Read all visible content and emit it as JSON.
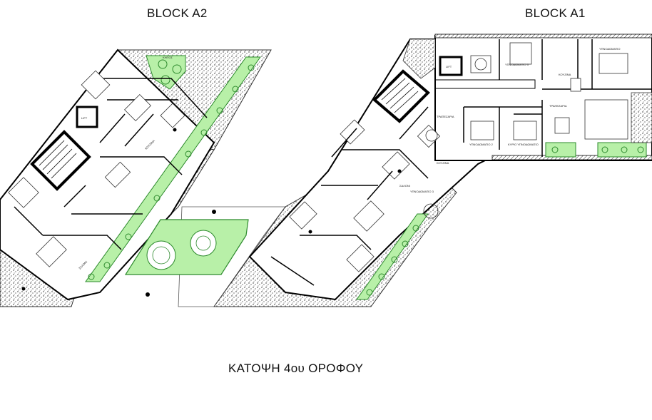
{
  "titles": {
    "block_a2": "BLOCK A2",
    "block_a1": "BLOCK A1",
    "plan_caption": "ΚΑΤΟΨΗ  4ου ΟΡΟΦΟΥ"
  },
  "room_labels": {
    "a1_lift": "LIFT",
    "a1_kitchen_top": "ΚΟΥΖΙΝΑ",
    "a1_dining": "ΤΡΑΠΕΖΑΡΙΑ",
    "a1_dining_left": "ΤΡΑΠΕΖΑΡΙΑ",
    "a1_bedroom_top_left": "ΥΠΝΟΔΩΜΑΤΙΟ 3",
    "a1_bedroom_top_right": "ΥΠΝΟΔΩΜΑΤΙΟ",
    "a1_bedroom_mid_1": "ΥΠΝΟΔΩΜΑΤΙΟ 2",
    "a1_bedroom_mid_2": "ΚΥΡΙΟ ΥΠΝΟΔΩΜΑΤΙΟ",
    "a1_kitchen_mid": "ΚΟΥΖΙΝΑ",
    "a1_living": "ΣΑΛΟΝΙ",
    "a1_bedroom_low": "ΥΠΝΟΔΩΜΑΤΙΟ 3",
    "a2_living": "ΣΑΛΟΝΙ",
    "a2_kitchen": "ΚΟΥΖΙΝΑ",
    "a2_lift": "LIFT",
    "garden": "ΚΗΠΟΣ"
  },
  "colors": {
    "garden_green": "#b8f0a8",
    "garden_outline": "#2d8a2d",
    "wall": "#000000",
    "hatch": "#222222"
  }
}
